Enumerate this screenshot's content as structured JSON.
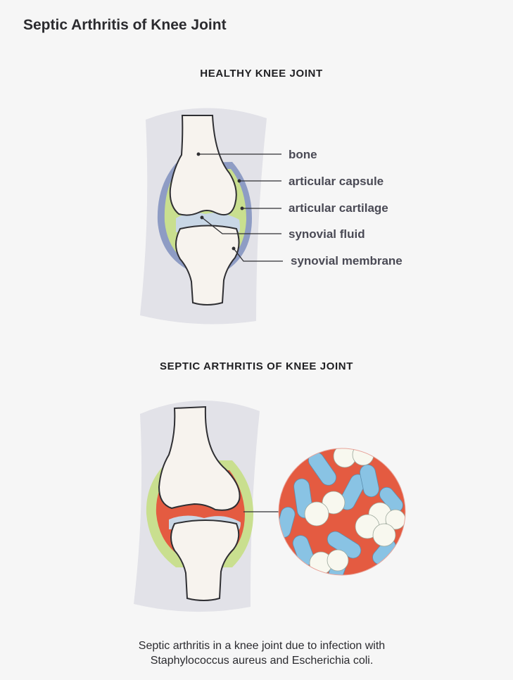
{
  "title": "Septic Arthritis of Knee Joint",
  "healthy": {
    "heading": "HEALTHY KNEE JOINT",
    "labels": {
      "bone": "bone",
      "articular_capsule": "articular capsule",
      "articular_cartilage": "articular cartilage",
      "synovial_fluid": "synovial fluid",
      "synovial_membrane": "synovial membrane"
    }
  },
  "septic": {
    "heading": "SEPTIC ARTHRITIS OF KNEE JOINT"
  },
  "caption": {
    "line1": "Septic arthritis in a knee joint due to infection with",
    "line2": "Staphylococcus aureus and Escherichia coli."
  },
  "colors": {
    "background": "#f6f6f6",
    "tissue": "#e2e2e8",
    "bone": "#f7f3ee",
    "capsule": "#8e9cc4",
    "cartilage": "#c9df8f",
    "synovial_fluid": "#c9d7e6",
    "infection": "#e45b41",
    "rod_bacteria": "#89c3e4",
    "cocci": "#f8f8ef"
  }
}
